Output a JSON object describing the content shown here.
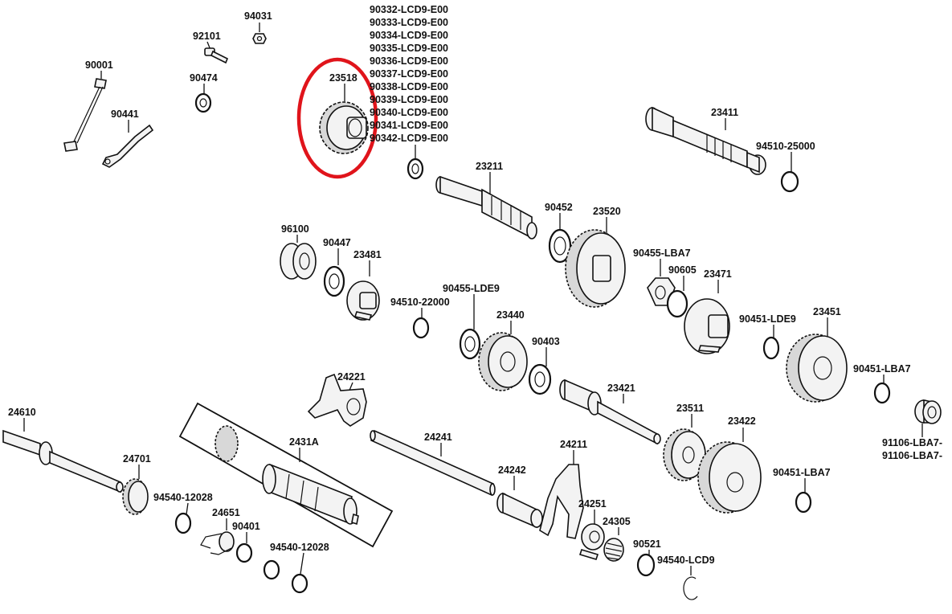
{
  "labels": {
    "p90031": "94031",
    "p92101": "92101",
    "p90001": "90001",
    "p90474": "90474",
    "p90441": "90441",
    "p23518": "23518",
    "codes": [
      "90332-LCD9-E00",
      "90333-LCD9-E00",
      "90334-LCD9-E00",
      "90335-LCD9-E00",
      "90336-LCD9-E00",
      "90337-LCD9-E00",
      "90338-LCD9-E00",
      "90339-LCD9-E00",
      "90340-LCD9-E00",
      "90341-LCD9-E00",
      "90342-LCD9-E00"
    ],
    "p23411": "23411",
    "p94510_25000": "94510-25000",
    "p23211": "23211",
    "p90452": "90452",
    "p23520": "23520",
    "p96100": "96100",
    "p90447": "90447",
    "p23481": "23481",
    "p90455_lba7": "90455-LBA7",
    "p90605": "90605",
    "p23471": "23471",
    "p90455_lde9": "90455-LDE9",
    "p94510_22000": "94510-22000",
    "p23440": "23440",
    "p90451_lde9": "90451-LDE9",
    "p23451": "23451",
    "p90403": "90403",
    "p24221": "24221",
    "p90451_lba7_a": "90451-LBA7",
    "p24610": "24610",
    "p23421": "23421",
    "p2431a": "2431A",
    "p24241": "24241",
    "p23511": "23511",
    "p23422": "23422",
    "p91106_a": "91106-LBA7-",
    "p91106_b": "91106-LBA7-",
    "p24701": "24701",
    "p24211": "24211",
    "p24242": "24242",
    "p90451_lba7_b": "90451-LBA7",
    "p94540_12028_a": "94540-12028",
    "p24651": "24651",
    "p24251": "24251",
    "p90401": "90401",
    "p24305": "24305",
    "p90521": "90521",
    "p94540_12028_b": "94540-12028",
    "p94540_lcd9": "94540-LCD9"
  },
  "colors": {
    "highlight": "#e0141b",
    "line": "#111111",
    "background": "#ffffff"
  }
}
